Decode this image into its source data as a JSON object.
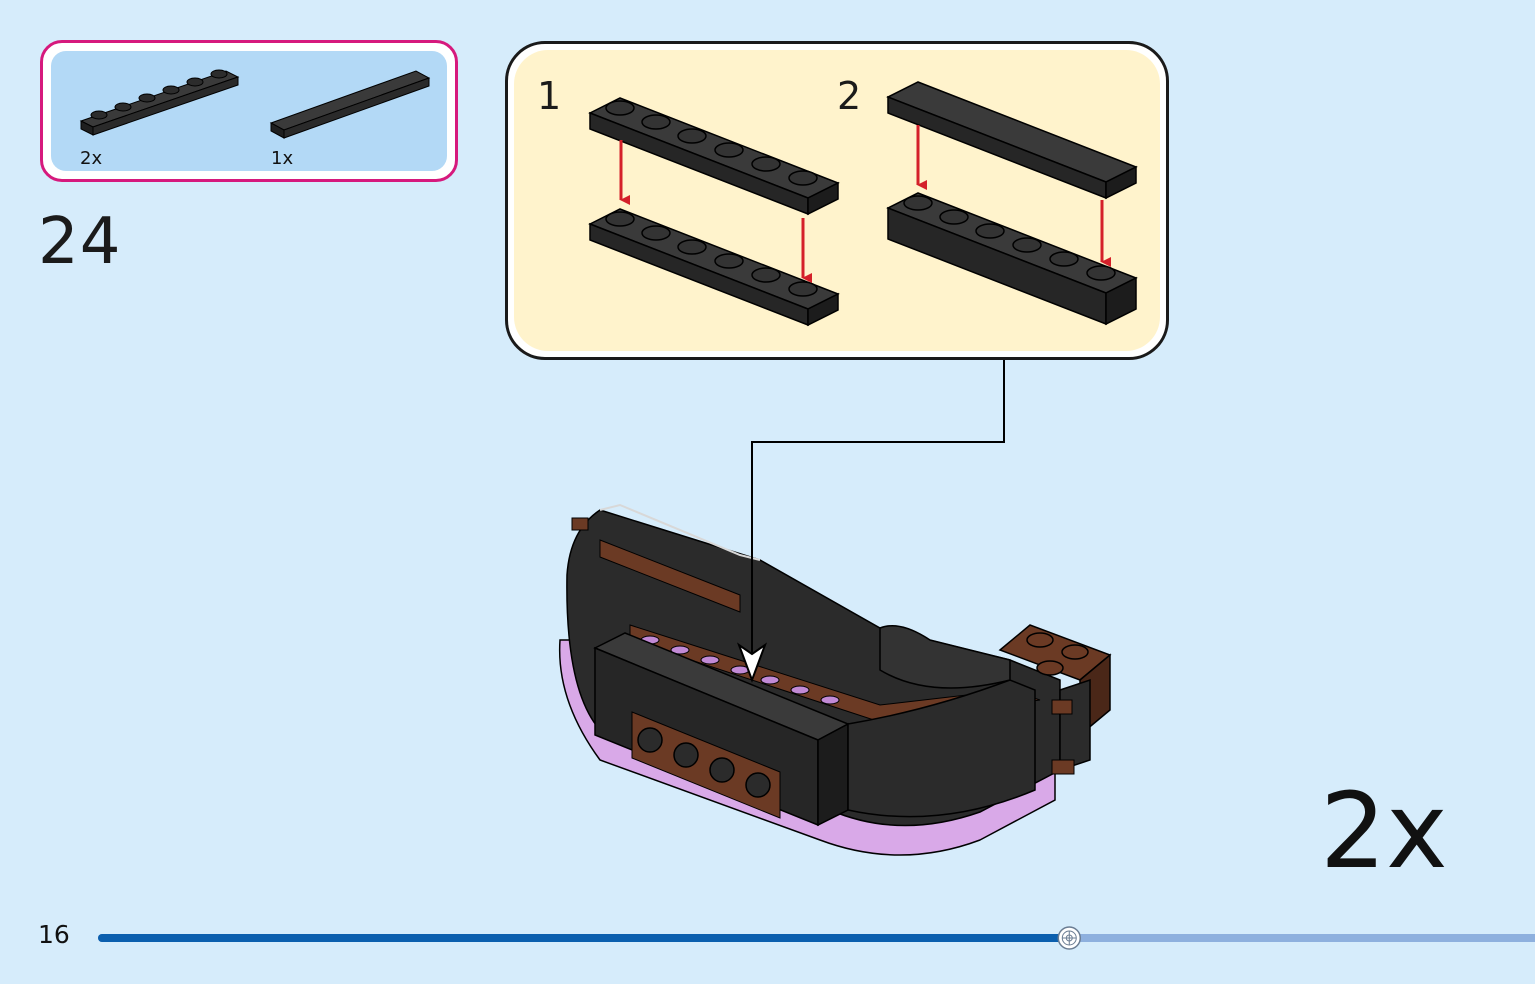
{
  "parts_list": {
    "items": [
      {
        "quantity": "2x",
        "part": "1x6 plate"
      },
      {
        "quantity": "1x",
        "part": "1x6 tile"
      }
    ]
  },
  "step": {
    "number": "24",
    "multiplier": "2x"
  },
  "callout": {
    "substeps": [
      "1",
      "2"
    ]
  },
  "page": {
    "number": "16",
    "progress": 0.675
  },
  "colors": {
    "background": "#d6ecfb",
    "parts_border": "#d6197d",
    "parts_fill": "#b3d9f6",
    "callout_fill": "#fff3cc",
    "brick_black": "#2b2b2b",
    "brick_brown": "#6b3a24",
    "brick_lavender": "#d6a6e6",
    "arrow_red": "#d4202a",
    "progress_done": "#0b5fae",
    "progress_remaining": "#8eb0de"
  }
}
